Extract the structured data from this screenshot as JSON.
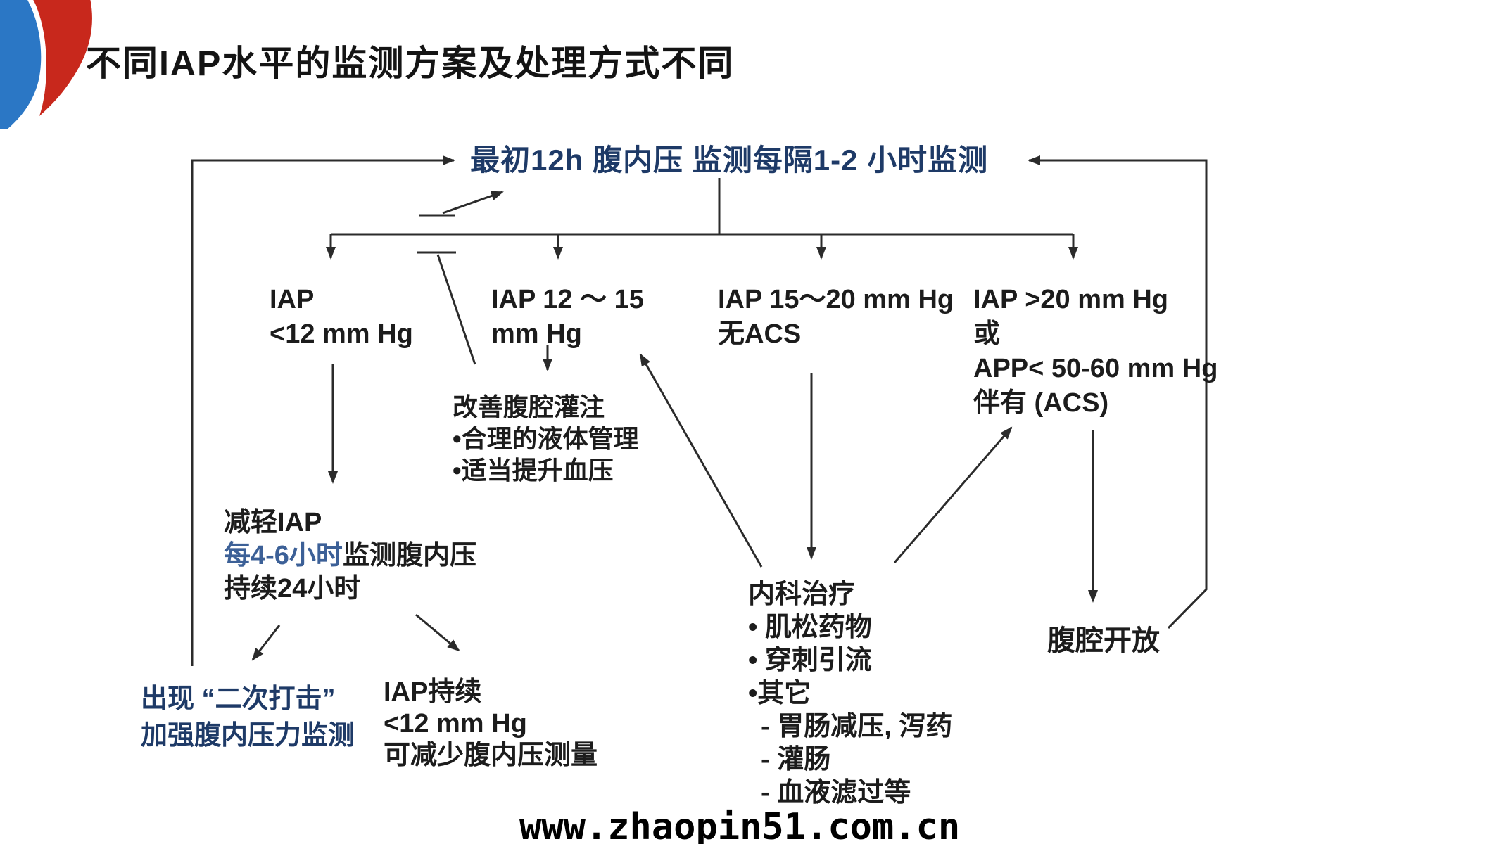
{
  "slide": {
    "title": "不同IAP水平的监测方案及处理方式不同",
    "watermark": "www.zhaopin51.com.cn"
  },
  "colors": {
    "navy_text": "#1e3a67",
    "blue_text": "#3c6097",
    "black_text": "#1c1c1c",
    "connector_line": "#2b2b2b",
    "logo_blue": "#2b77c5",
    "logo_red": "#c8281c"
  },
  "flowchart": {
    "initial_node": "最初12h 腹内压 监测每隔1-2 小时监测",
    "branches": {
      "low": {
        "line1": "IAP",
        "line2": "<12 mm Hg"
      },
      "mid": {
        "line1": "IAP 12 ～ 15",
        "line2": "mm Hg"
      },
      "high": {
        "line1": "IAP 15～20 mm Hg",
        "line2": "无ACS"
      },
      "critical": {
        "line1": "IAP >20 mm Hg",
        "line2": "或",
        "line3": "APP< 50-60 mm Hg",
        "line4": "伴有 (ACS)"
      }
    },
    "improve_perfusion": {
      "line1": "改善腹腔灌注",
      "line2": "•合理的液体管理",
      "line3": "•适当提升血压"
    },
    "reduce_iap": {
      "line1": "减轻IAP",
      "line2_blue": "每4-6小时",
      "line2_black": "监测腹内压",
      "line3": "持续24小时"
    },
    "second_hit": {
      "line1": "出现 “二次打击”",
      "line2": "加强腹内压力监测"
    },
    "persistent_low": {
      "line1": "IAP持续",
      "line2": "<12 mm Hg",
      "line3": "可减少腹内压测量"
    },
    "medical_treatment": {
      "line1": "内科治疗",
      "line2": "• 肌松药物",
      "line3": "• 穿刺引流",
      "line4": "•其它",
      "line5": "- 胃肠减压, 泻药",
      "line6": "- 灌肠",
      "line7": "- 血液滤过等"
    },
    "open_abdomen": "腹腔开放"
  }
}
